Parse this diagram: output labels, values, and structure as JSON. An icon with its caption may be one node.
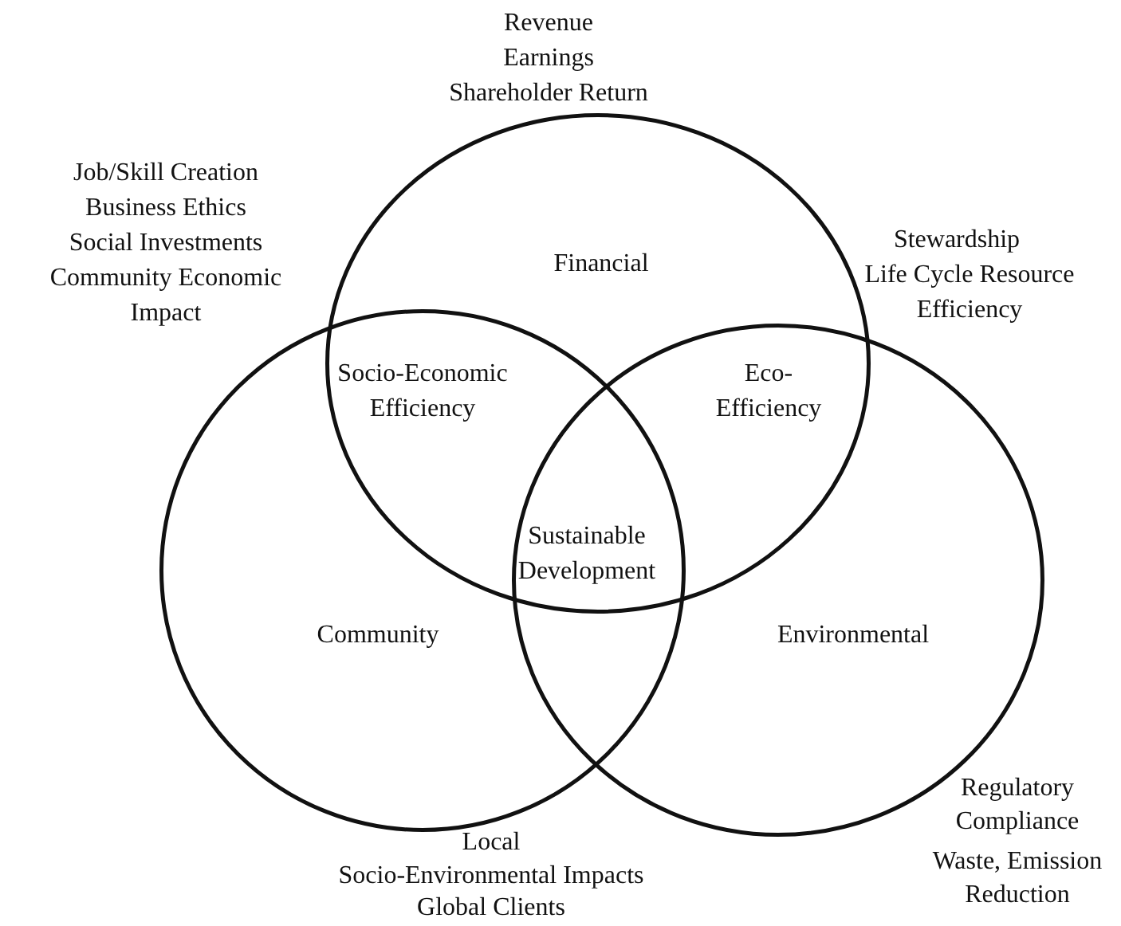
{
  "diagram": {
    "nodes": [
      {
        "text": [
          "Financial"
        ]
      },
      {
        "text": [
          "Community"
        ]
      },
      {
        "text": [
          "Environmental"
        ]
      }
    ],
    "labels": [
      "Revenue",
      "Earnings",
      "Shareholder Return",
      "Job/Skill Creation",
      "Business Ethics",
      "Social Investments",
      "Community Economic Impact",
      "Stewardship",
      "Life Cycle Resource Efficiency",
      "Socio-Economic Efficiency",
      "Eco-Efficiency",
      "Sustainable Development",
      "Local",
      "Socio-Environmental Impacts",
      "Global Clients",
      "Regulatory Compliance",
      "Waste, Emission Reduction"
    ]
  }
}
